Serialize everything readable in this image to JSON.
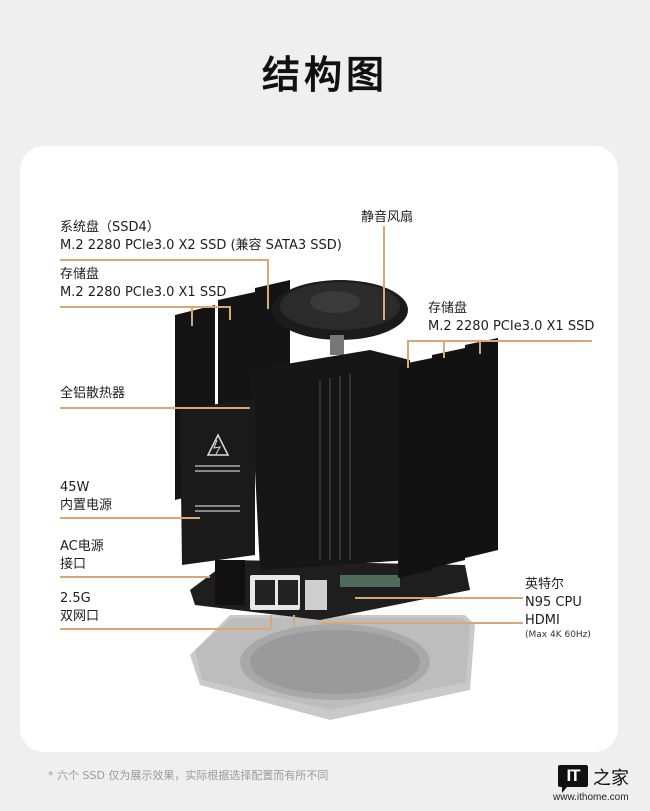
{
  "page": {
    "title": "结构图",
    "footnote": "* 六个 SSD 仅为展示效果，实际根据选择配置而有所不同",
    "accent_line_color": "#d9a877",
    "background_color": "#efefef",
    "card_color": "#ffffff"
  },
  "annotations": {
    "system_ssd": {
      "line1": "系统盘（SSD4）",
      "line2": "M.2 2280 PCIe3.0 X2 SSD (兼容 SATA3 SSD)"
    },
    "storage_left": {
      "line1": "存储盘",
      "line2": "M.2 2280 PCIe3.0 X1 SSD"
    },
    "fan": {
      "line1": "静音风扇"
    },
    "storage_right": {
      "line1": "存储盘",
      "line2": "M.2 2280 PCIe3.0 X1 SSD"
    },
    "heatsink": {
      "line1": "全铝散热器"
    },
    "psu": {
      "line1": "45W",
      "line2": "内置电源"
    },
    "ac_port": {
      "line1": "AC电源",
      "line2": "接口"
    },
    "lan": {
      "line1": "2.5G",
      "line2": "双网口"
    },
    "cpu": {
      "line1": "英特尔",
      "line2": "N95 CPU"
    },
    "hdmi": {
      "line1": "HDMI",
      "line2": "(Max 4K 60Hz)"
    }
  },
  "watermark": {
    "logo_text": "IT",
    "logo_cn": "之家",
    "url": "www.ithome.com"
  }
}
